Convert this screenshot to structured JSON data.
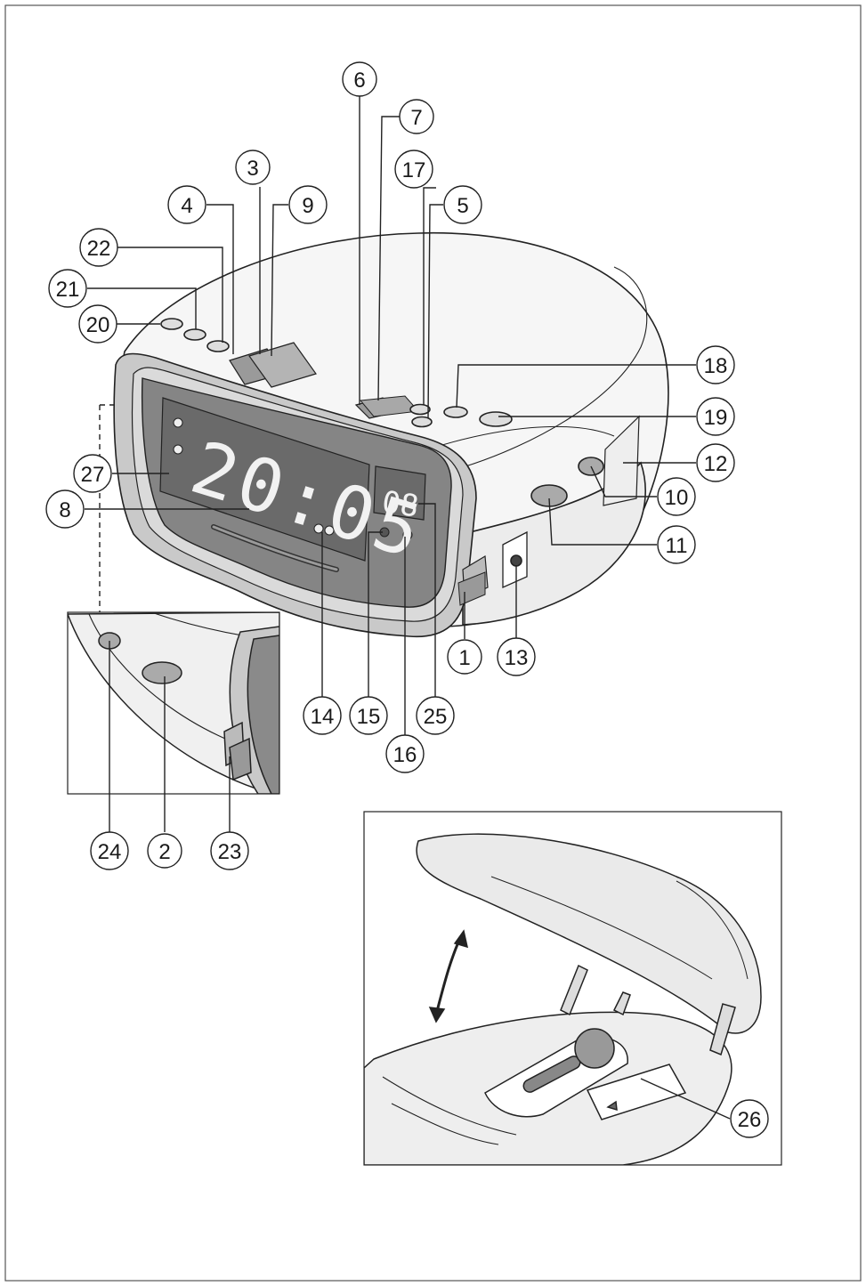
{
  "clock_display": {
    "time": "20:05",
    "channel": "08"
  },
  "callouts": [
    {
      "id": "c1",
      "label": "1"
    },
    {
      "id": "c2",
      "label": "2"
    },
    {
      "id": "c3",
      "label": "3"
    },
    {
      "id": "c4",
      "label": "4"
    },
    {
      "id": "c5",
      "label": "5"
    },
    {
      "id": "c6",
      "label": "6"
    },
    {
      "id": "c7",
      "label": "7"
    },
    {
      "id": "c8",
      "label": "8"
    },
    {
      "id": "c9",
      "label": "9"
    },
    {
      "id": "c10",
      "label": "10"
    },
    {
      "id": "c11",
      "label": "11"
    },
    {
      "id": "c12",
      "label": "12"
    },
    {
      "id": "c13",
      "label": "13"
    },
    {
      "id": "c14",
      "label": "14"
    },
    {
      "id": "c15",
      "label": "15"
    },
    {
      "id": "c16",
      "label": "16"
    },
    {
      "id": "c17",
      "label": "17"
    },
    {
      "id": "c18",
      "label": "18"
    },
    {
      "id": "c19",
      "label": "19"
    },
    {
      "id": "c20",
      "label": "20"
    },
    {
      "id": "c21",
      "label": "21"
    },
    {
      "id": "c22",
      "label": "22"
    },
    {
      "id": "c23",
      "label": "23"
    },
    {
      "id": "c24",
      "label": "24"
    },
    {
      "id": "c25",
      "label": "25"
    },
    {
      "id": "c26",
      "label": "26"
    },
    {
      "id": "c27",
      "label": "27"
    }
  ],
  "colors": {
    "body": "#f4f4f4",
    "bezel": "#c8c8c8",
    "screen": "#7a7a7a",
    "digits": "#f2f2f2",
    "line": "#222222"
  }
}
